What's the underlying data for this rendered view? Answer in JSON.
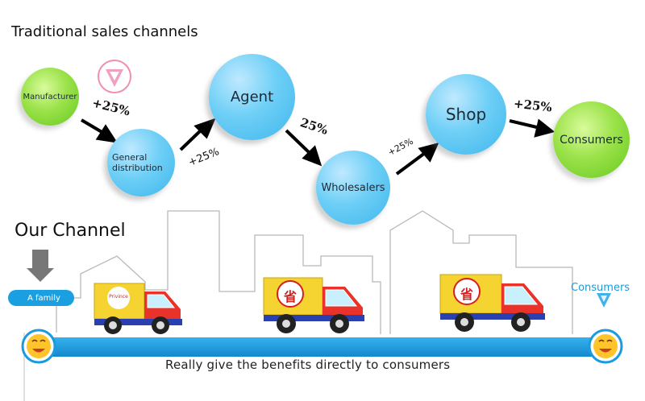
{
  "headings": {
    "traditional": "Traditional sales channels",
    "ours": "Our Channel"
  },
  "traditional_chain": {
    "nodes": [
      {
        "id": "manufacturer",
        "label": "Manufacturer",
        "color": "green"
      },
      {
        "id": "general",
        "label": "General distribution",
        "color": "blue"
      },
      {
        "id": "agent",
        "label": "Agent",
        "color": "blue"
      },
      {
        "id": "wholesalers",
        "label": "Wholesalers",
        "color": "blue"
      },
      {
        "id": "shop",
        "label": "Shop",
        "color": "blue"
      },
      {
        "id": "consumers",
        "label": "Consumers",
        "color": "green"
      }
    ],
    "markup_label": "+25%",
    "markup_label_2": "+25%",
    "markup_label_3": "25%",
    "markup_label_4": "+25%",
    "markup_label_5": "+25%"
  },
  "our_channel": {
    "family_label": "A family",
    "consumers_label": "Consumers",
    "truck1_sign": "Privince",
    "truck2_sign": "省",
    "truck3_sign": "省",
    "tagline": "Really give the benefits directly to consumers"
  },
  "colors": {
    "bubble_blue": "#6ecff6",
    "bubble_green": "#9be24a",
    "road_blue": "#1a9be0",
    "truck_cargo": "#f5d432",
    "truck_cab": "#e8322a",
    "skyline": "#b5b5b5",
    "badge_blue": "#1aa0e0",
    "consumer_text": "#1c9ad8"
  }
}
